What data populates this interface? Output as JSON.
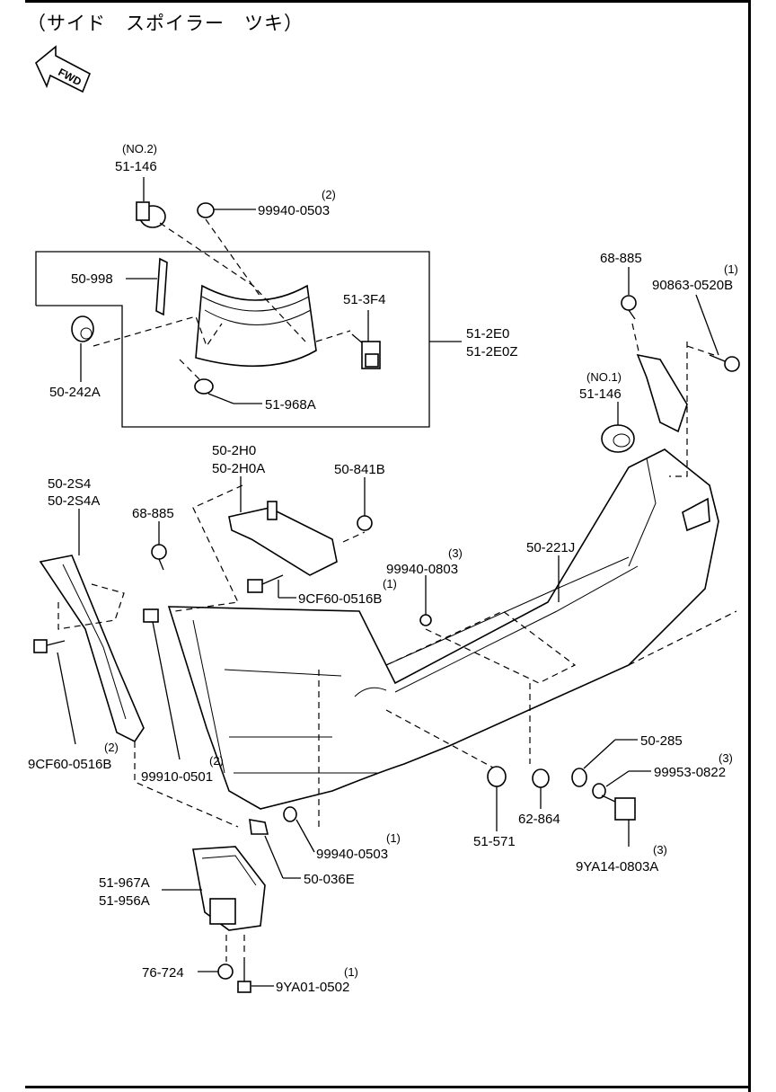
{
  "title": "（サイド　スポイラー　ツキ）",
  "fwd_label": "FWD",
  "labels": {
    "p51146_no2_qty": "(NO.2)",
    "p51146_no2": "51-146",
    "p99940_0503_top_qty": "(2)",
    "p99940_0503_top": "99940-0503",
    "p50998": "50-998",
    "p513f4": "51-3F4",
    "p512e0": "51-2E0",
    "p512e0z": "51-2E0Z",
    "p50242a": "50-242A",
    "p51968a": "51-968A",
    "p68885_right": "68-885",
    "p90863_qty": "(1)",
    "p90863": "90863-0520B",
    "p51146_no1_qty": "(NO.1)",
    "p51146_no1": "51-146",
    "p502h0": "50-2H0",
    "p502h0a": "50-2H0A",
    "p50841b": "50-841B",
    "p502s4": "50-2S4",
    "p502s4a": "50-2S4A",
    "p68885_left": "68-885",
    "p99940_0803_qty": "(3)",
    "p99940_0803": "99940-0803",
    "p50221j": "50-221J",
    "p9cf60_mid_qty": "(1)",
    "p9cf60_mid": "9CF60-0516B",
    "p9cf60_left_qty": "(2)",
    "p9cf60_left": "9CF60-0516B",
    "p99910_qty": "(2)",
    "p99910": "99910-0501",
    "p50285": "50-285",
    "p99953_qty": "(3)",
    "p99953": "99953-0822",
    "p51571": "51-571",
    "p62864": "62-864",
    "p9ya14_qty": "(3)",
    "p9ya14": "9YA14-0803A",
    "p99940_0503_bot_qty": "(1)",
    "p99940_0503_bot": "99940-0503",
    "p50036e": "50-036E",
    "p51967a": "51-967A",
    "p51956a": "51-956A",
    "p76724": "76-724",
    "p9ya01_qty": "(1)",
    "p9ya01": "9YA01-0502"
  }
}
